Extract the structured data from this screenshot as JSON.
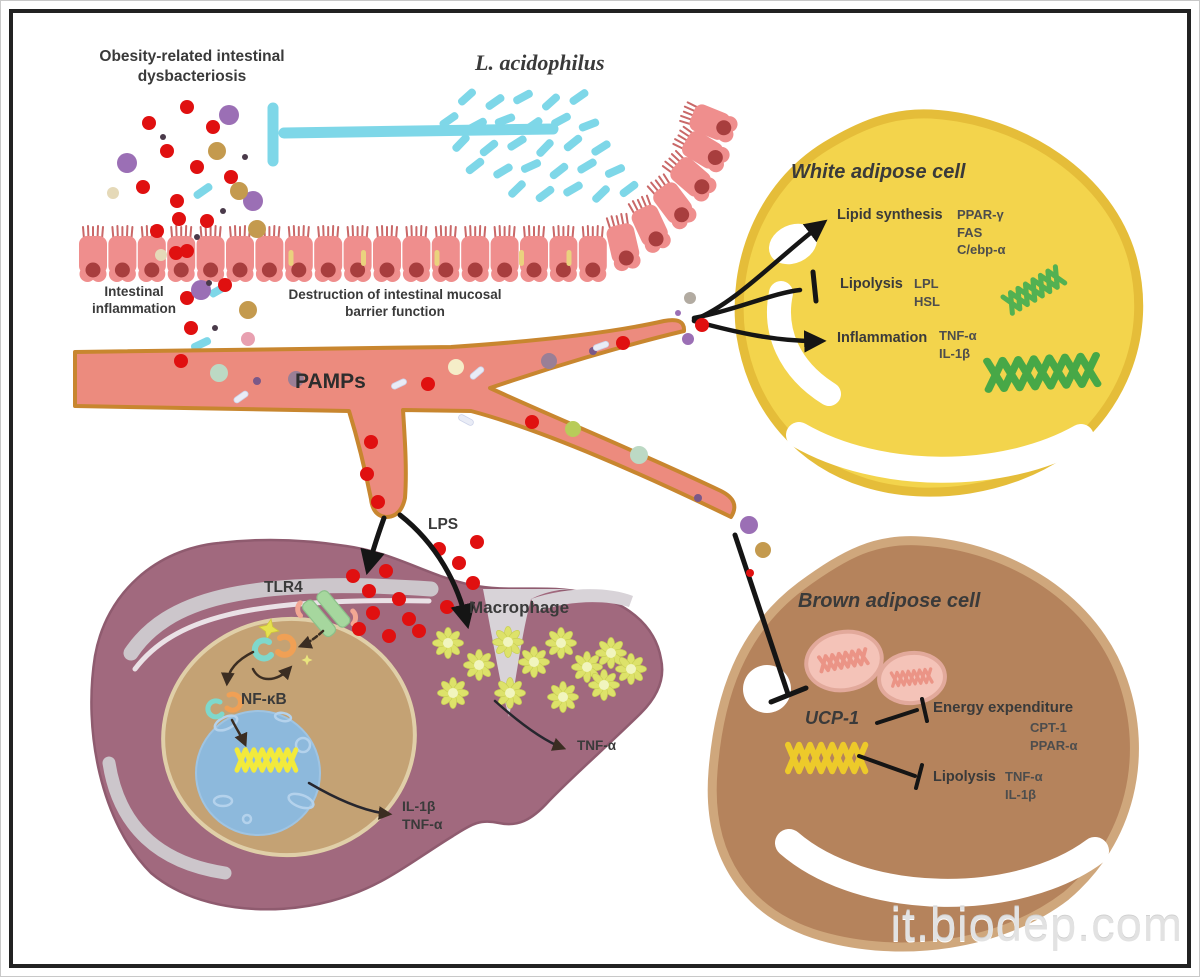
{
  "labels": {
    "dysbacteriosis": "Obesity-related intestinal\ndysbacteriosis",
    "acidophilus": "L. acidophilus",
    "intestinal_inflammation": "Intestinal\ninflammation",
    "barrier_destruction": "Destruction of intestinal mucosal\nbarrier function",
    "pamps": "PAMPs",
    "lps": "LPS",
    "tlr4": "TLR4",
    "macrophage": "Macrophage",
    "nfkb": "NF-κB",
    "liver_cytokines": "IL-1β\nTNF-α",
    "macrophage_cytokine": "TNF-α"
  },
  "white_adipose": {
    "title": "White adipose cell",
    "rows": [
      {
        "process": "Lipid synthesis",
        "link": "arrow",
        "genes": [
          "PPAR-γ",
          "FAS",
          "C/ebp-α"
        ]
      },
      {
        "process": "Lipolysis",
        "link": "t-bar",
        "genes": [
          "LPL",
          "HSL"
        ]
      },
      {
        "process": "Inflammation",
        "link": "arrow",
        "genes": [
          "TNF-α",
          "IL-1β"
        ]
      }
    ]
  },
  "brown_adipose": {
    "title": "Brown adipose cell",
    "regulator": "UCP-1",
    "rows": [
      {
        "process": "Energy expenditure",
        "link": "t-bar",
        "genes": [
          "CPT-1",
          "PPAR-α"
        ]
      },
      {
        "process": "Lipolysis",
        "link": "t-bar",
        "genes": [
          "TNF-α",
          "IL-1β"
        ]
      }
    ]
  },
  "watermark": "it.biodep.com",
  "colors": {
    "background": "#ffffff",
    "frame": "#222222",
    "text": "#3a3a3a",
    "text_secondary": "#4d4d4d",
    "bacteria_cyan": "#7ed7e8",
    "inhibitor_cyan": "#7ed7e8",
    "vessel_fill": "#ec8b7e",
    "vessel_border": "#c8862f",
    "epithelium_cell": "#ef8e8d",
    "epithelium_nucleus": "#a83e3e",
    "epithelium_brush": "#c96868",
    "tight_junction": "#ead27e",
    "white_adipose_fill": "#f3d44c",
    "white_adipose_border": "#e5bd39",
    "green_coil": "#52b152",
    "brown_adipose_fill": "#b5835c",
    "brown_adipose_border": "#cfa77c",
    "mitochondria_fill": "#f4c3b8",
    "mitochondria_border": "#e2a99b",
    "mito_coil": "#eb9486",
    "ucp_coil": "#edca2a",
    "liver_fill": "#a1697e",
    "liver_border": "#8f5b6f",
    "liver_streak": "#ccc6cb",
    "hepatocyte_fill": "#c4a274",
    "hepatocyte_border": "#e0cfa8",
    "nucleus_fill": "#8db9dc",
    "dna_coil": "#f2ea3c",
    "macrophage_star": "#dde26a",
    "macrophage_star_center": "#f1f5be",
    "lps_dot": "#e01010",
    "purple_particle": "#9b6fb5",
    "tan_particle": "#c49a4e",
    "receptor_green": "#a6d79e",
    "arrow_black": "#151515",
    "watermark": "#e2e2e2"
  }
}
